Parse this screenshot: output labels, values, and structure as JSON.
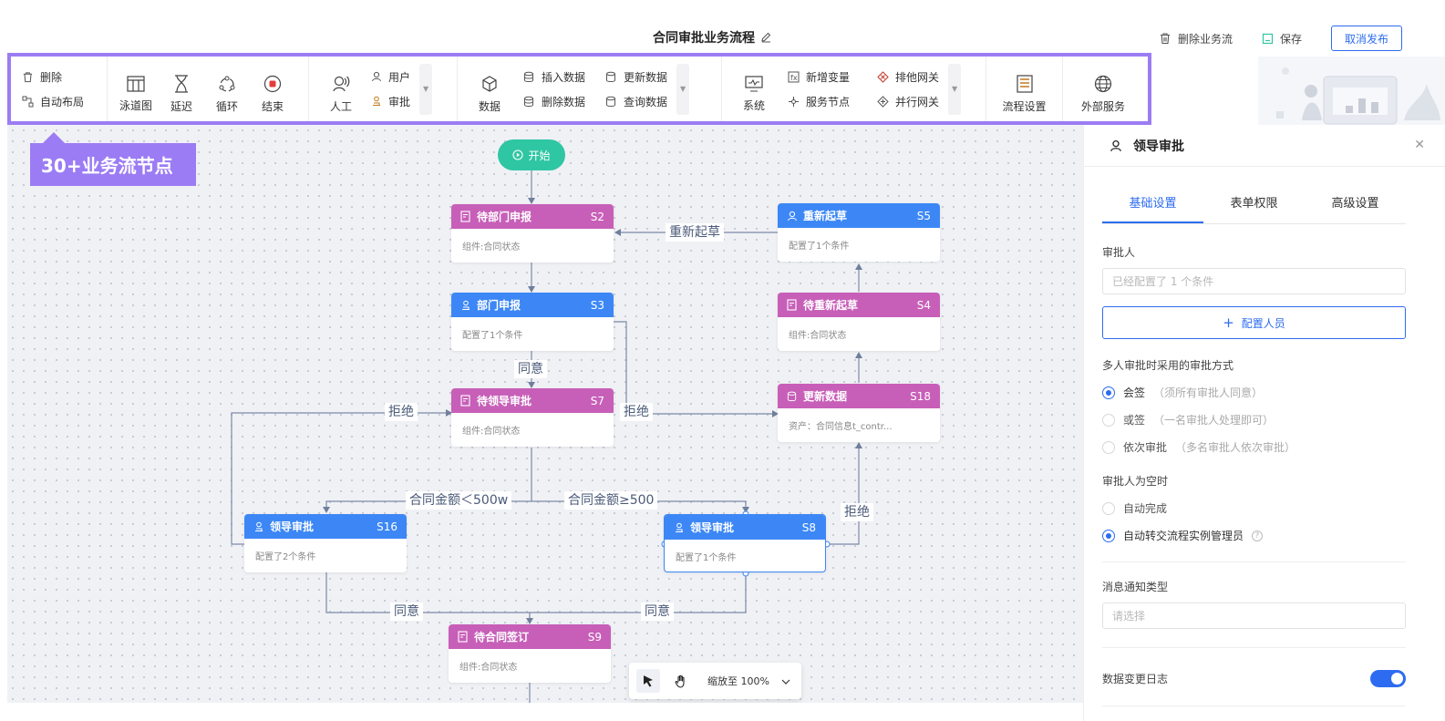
{
  "header": {
    "title": "合同审批业务流程",
    "delete_label": "删除业务流",
    "save_label": "保存",
    "unpublish_label": "取消发布"
  },
  "toolbar": {
    "delete": "删除",
    "auto_layout": "自动布局",
    "swimlane": "泳道图",
    "delay": "延迟",
    "loop": "循环",
    "end": "结束",
    "manual": "人工",
    "user": "用户",
    "approve": "审批",
    "data": "数据",
    "insert_data": "插入数据",
    "update_data": "更新数据",
    "delete_data": "删除数据",
    "query_data": "查询数据",
    "system": "系统",
    "add_var": "新增变量",
    "exclusive_gw": "排他网关",
    "service_node": "服务节点",
    "parallel_gw": "并行网关",
    "flow_settings": "流程设置",
    "external_service": "外部服务"
  },
  "callout": "30+业务流节点",
  "canvas": {
    "start": "开始",
    "nodes": {
      "s2": {
        "title": "待部门申报",
        "id": "S2",
        "body": "组件:合同状态"
      },
      "s3": {
        "title": "部门申报",
        "id": "S3",
        "body": "配置了1个条件"
      },
      "s7": {
        "title": "待领导审批",
        "id": "S7",
        "body": "组件:合同状态"
      },
      "s5": {
        "title": "重新起草",
        "id": "S5",
        "body": "配置了1个条件"
      },
      "s4": {
        "title": "待重新起草",
        "id": "S4",
        "body": "组件:合同状态"
      },
      "s18": {
        "title": "更新数据",
        "id": "S18",
        "body": "资产：合同信息t_contr..."
      },
      "s16": {
        "title": "领导审批",
        "id": "S16",
        "body": "配置了2个条件"
      },
      "s8": {
        "title": "领导审批",
        "id": "S8",
        "body": "配置了1个条件"
      },
      "s9": {
        "title": "待合同签订",
        "id": "S9",
        "body": "组件:合同状态"
      }
    },
    "edge_labels": {
      "redraft": "重新起草",
      "agree1": "同意",
      "reject_left": "拒绝",
      "reject_mid": "拒绝",
      "amount_lt": "合同金额＜500w",
      "amount_ge": "合同金额≥500",
      "reject_right": "拒绝",
      "agree2": "同意",
      "agree3": "同意"
    },
    "zoom_label": "缩放至 100%"
  },
  "panel": {
    "title": "领导审批",
    "tabs": [
      "基础设置",
      "表单权限",
      "高级设置"
    ],
    "approver_label": "审批人",
    "approver_placeholder": "已经配置了 1 个条件",
    "add_person": "配置人员",
    "multi_label": "多人审批时采用的审批方式",
    "mode_countersign": "会签",
    "mode_countersign_hint": "（须所有审批人同意）",
    "mode_or": "或签",
    "mode_or_hint": "（一名审批人处理即可）",
    "mode_seq": "依次审批",
    "mode_seq_hint": "（多名审批人依次审批）",
    "empty_label": "审批人为空时",
    "empty_auto": "自动完成",
    "empty_transfer": "自动转交流程实例管理员",
    "notify_label": "消息通知类型",
    "notify_placeholder": "请选择",
    "log_label": "数据变更日志"
  },
  "colors": {
    "accent": "#2d6cf0",
    "toolbar_border": "#9c7cf4",
    "node_pink": "#c75fb8",
    "node_blue": "#3c87f5",
    "start_green": "#2fc6a3"
  }
}
